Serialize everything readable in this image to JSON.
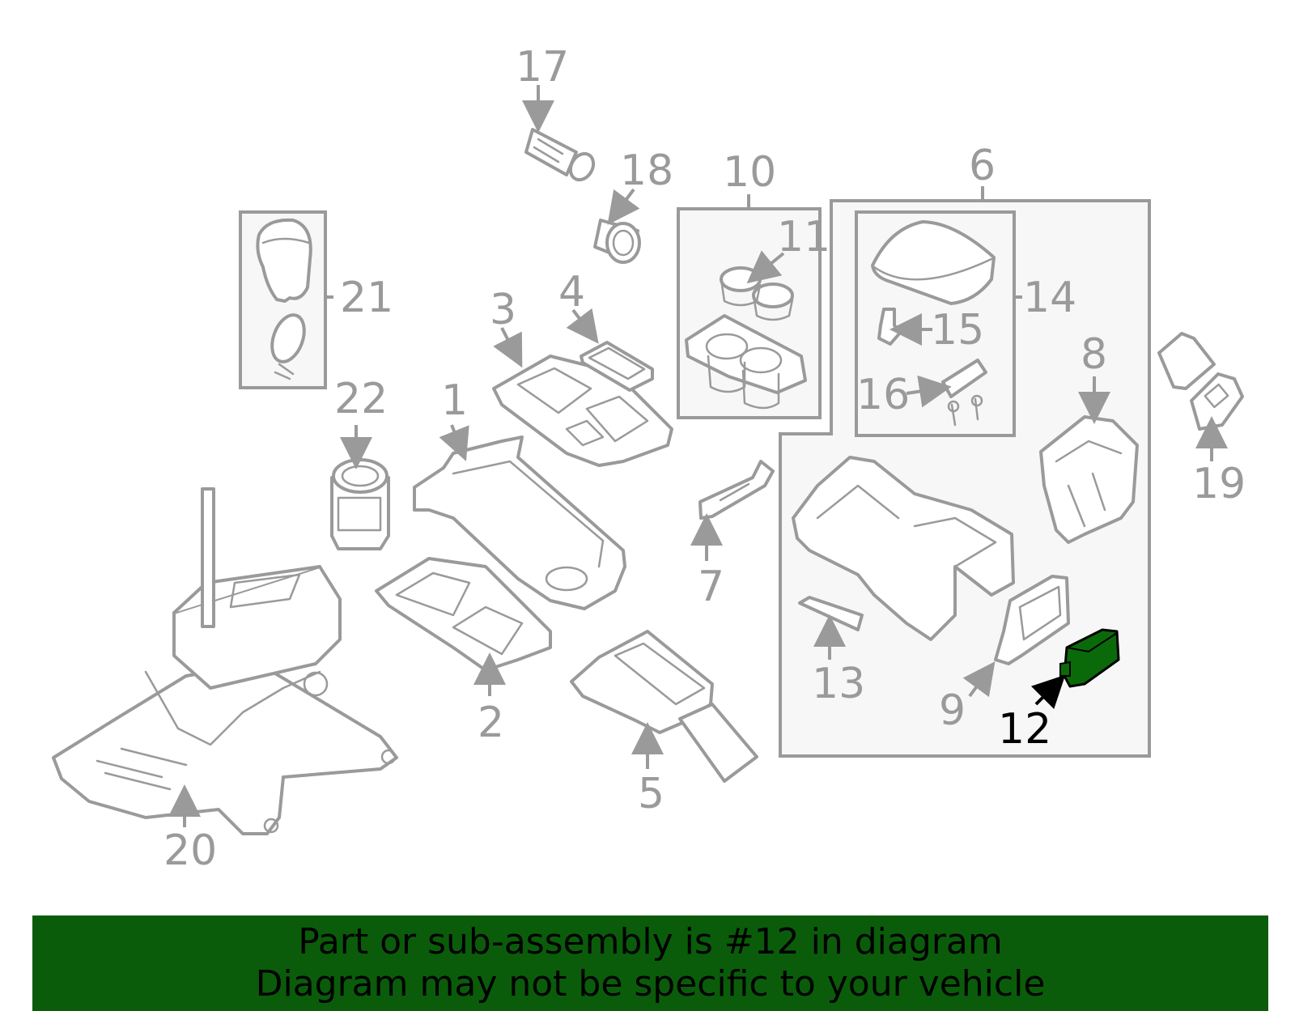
{
  "callouts": {
    "p1": "1",
    "p2": "2",
    "p3": "3",
    "p4": "4",
    "p5": "5",
    "p6": "6",
    "p7": "7",
    "p8": "8",
    "p9": "9",
    "p10": "10",
    "p11": "11",
    "p12": "12",
    "p13": "13",
    "p14": "14",
    "p15": "15",
    "p16": "16",
    "p17": "17",
    "p18": "18",
    "p19": "19",
    "p20": "20",
    "p21": "21",
    "p22": "22"
  },
  "highlighted_part": "12",
  "banner": {
    "line1": "Part or sub-assembly is #12 in diagram",
    "line2": "Diagram may not be specific to your vehicle"
  },
  "colors": {
    "banner_bg": "#0a5c0a",
    "highlight_part": "#0a6a0a",
    "line_gray": "#9a9a9a",
    "box_fill": "#f7f7f7"
  }
}
